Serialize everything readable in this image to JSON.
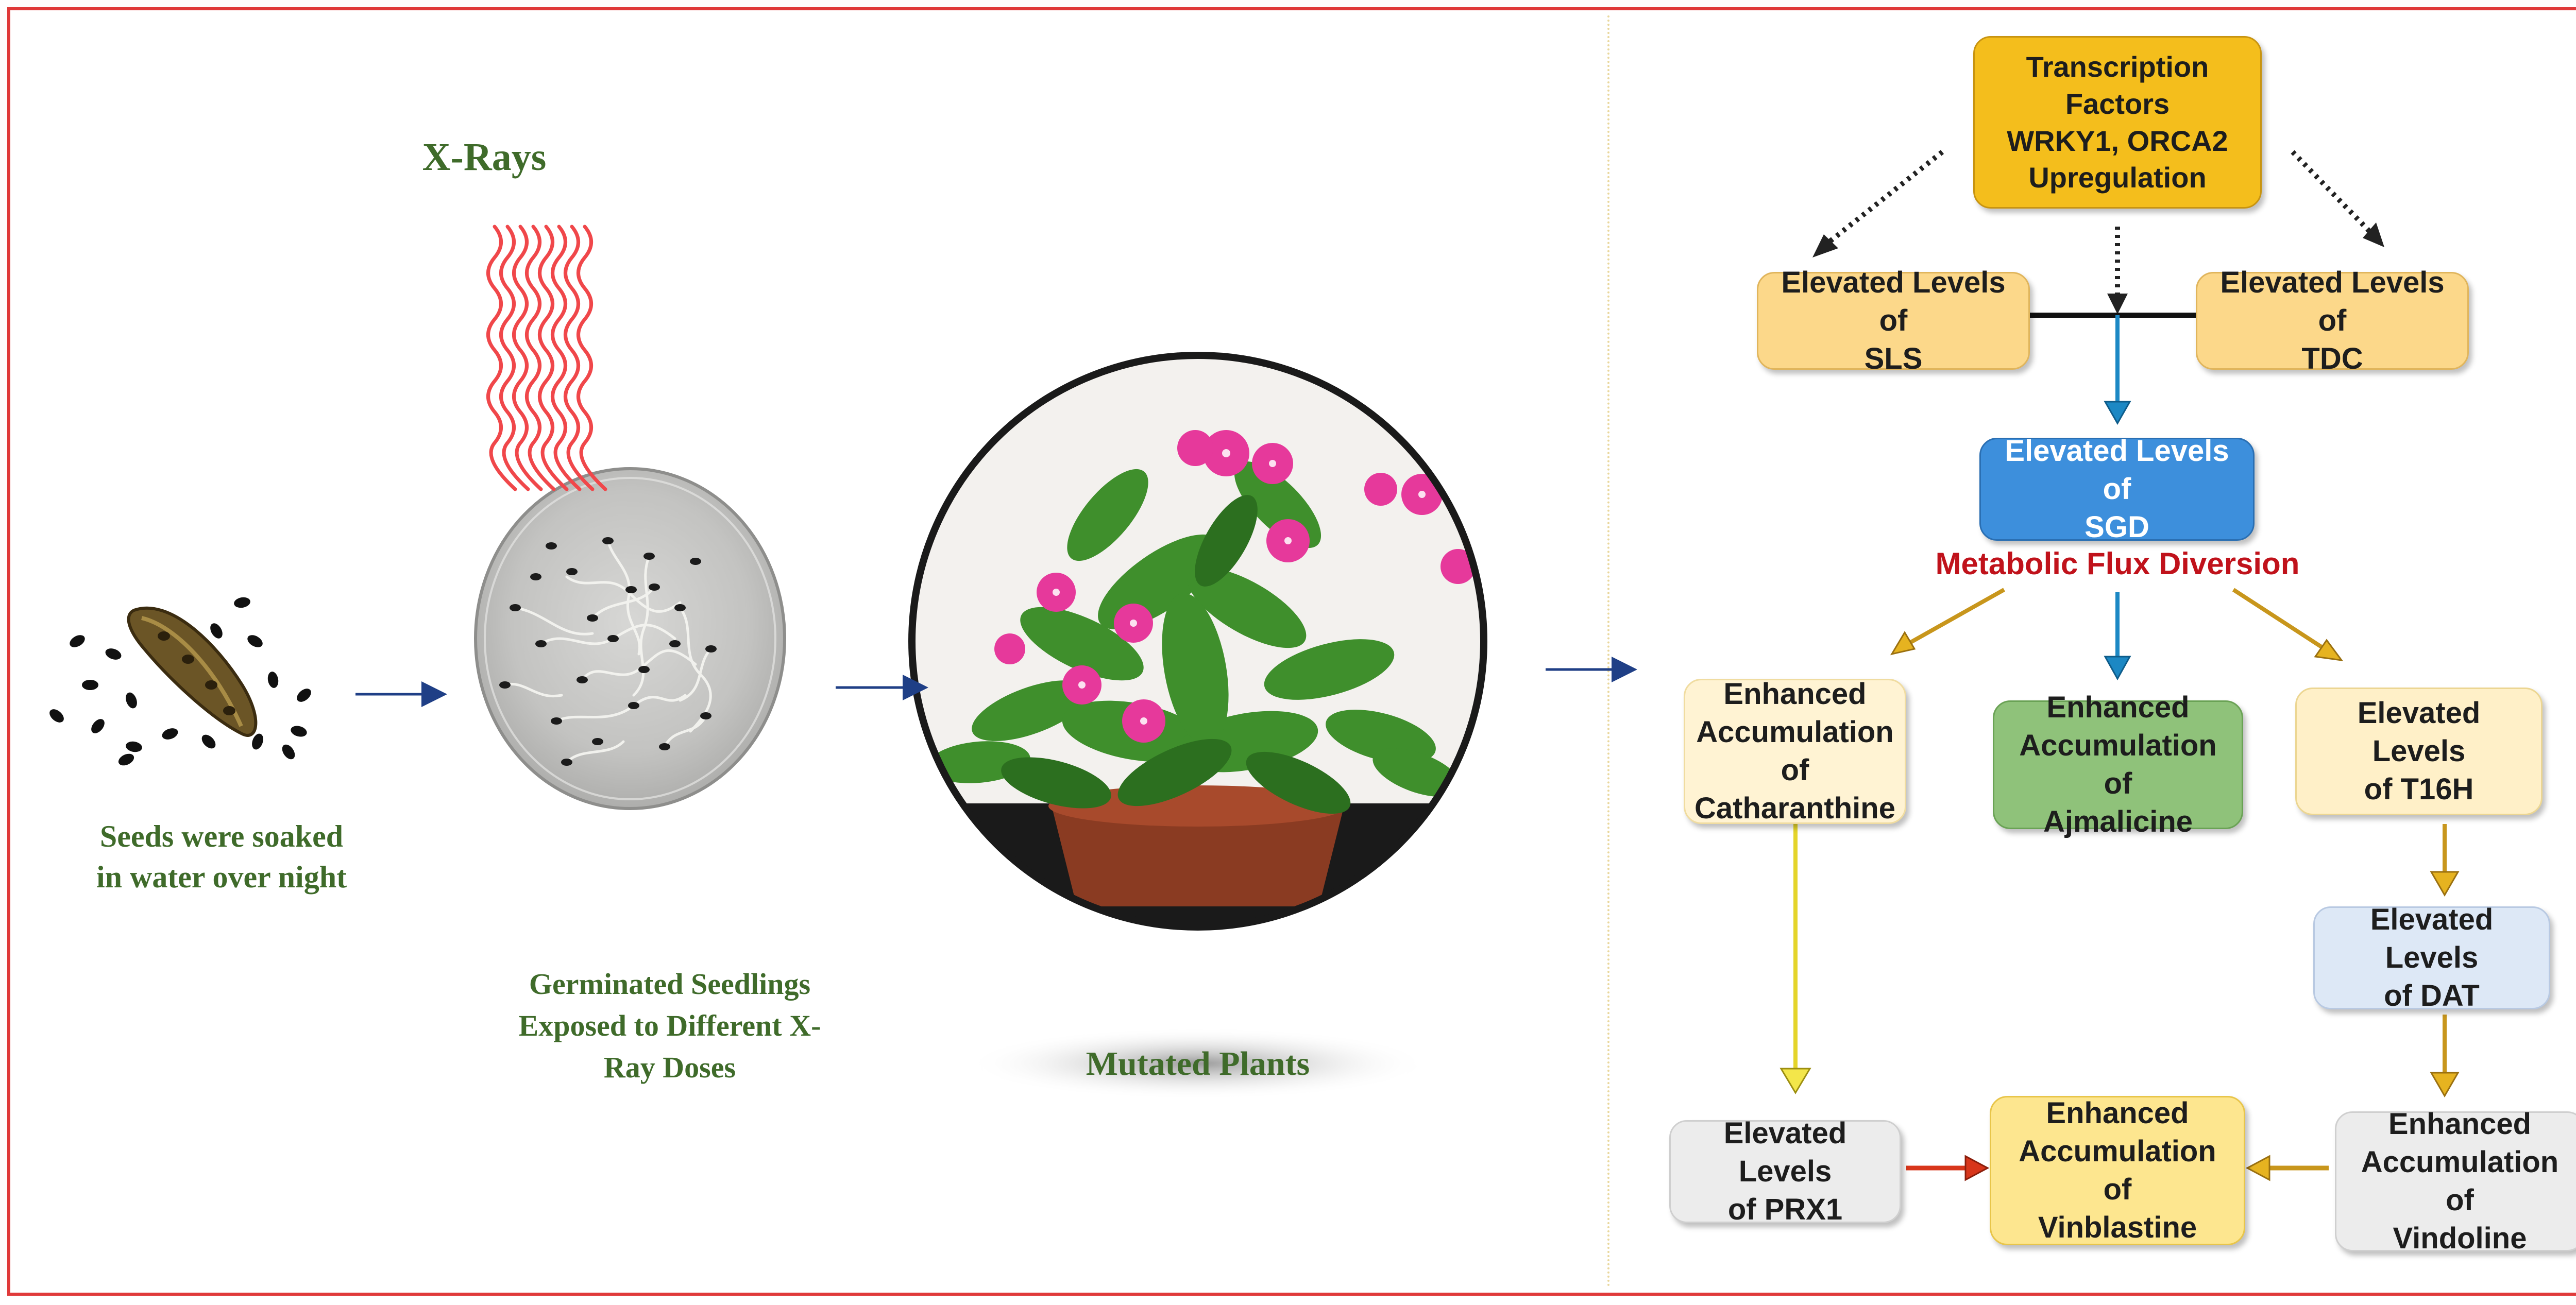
{
  "left_panel": {
    "xray_label": "X-Rays",
    "seeds_caption": [
      "Seeds were soaked",
      "in water over night"
    ],
    "seedlings_caption": [
      "Germinated Seedlings",
      "Exposed to Different X-",
      "Ray Doses"
    ],
    "plants_caption": "Mutated Plants"
  },
  "pathway": {
    "tf_box": "Transcription\nFactors\nWRKY1, ORCA2\nUpregulation",
    "sls_box": "Elevated Levels of\nSLS",
    "tdc_box": "Elevated Levels of\nTDC",
    "sgd_box": "Elevated Levels of\nSGD",
    "flux_label": "Metabolic Flux Diversion",
    "catharanthine_box": "Enhanced\nAccumulation\nof Catharanthine",
    "ajmalicine_box": "Enhanced\nAccumulation of\nAjmalicine",
    "t16h_box": "Elevated Levels\nof T16H",
    "dat_box": "Elevated Levels\nof DAT",
    "prx1_box": "Elevated Levels\nof PRX1",
    "vinblastine_box": "Enhanced\nAccumulation of\nVinblastine",
    "vindoline_box": "Enhanced\nAccumulation of\nVindoline"
  },
  "colors": {
    "border": "#e03a3a",
    "tf_box": "#f4be1c",
    "sls_tdc_box": "#fcd88a",
    "sgd_box": "#3d8fdc",
    "catharanthine_box": "#fff3d3",
    "ajmalicine_box": "#8fc27a",
    "t16h_box": "#fff0c8",
    "dat_box": "#dde8f6",
    "grey_box": "#ececec",
    "vinblastine_box": "#fde68f",
    "flux_text": "#c0121b",
    "caption_text": "#3f6b2a",
    "arrow_blue": "#1f3f86",
    "arrow_cyan": "#1c88c4",
    "arrow_gold": "#c8961c",
    "arrow_yellow": "#e4d42a",
    "arrow_red": "#d8361b"
  }
}
